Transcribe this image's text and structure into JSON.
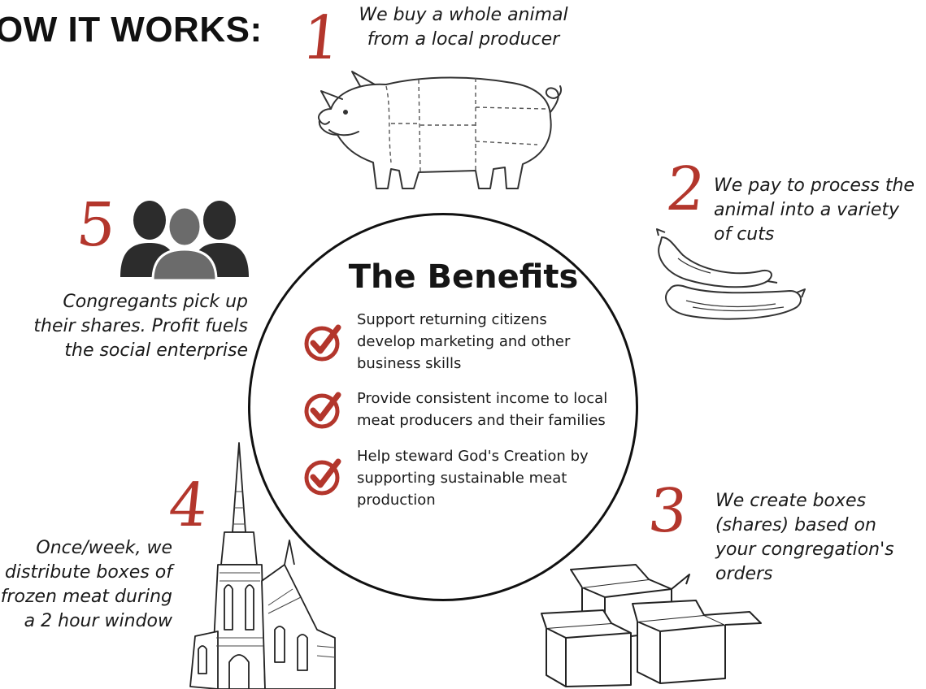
{
  "title": "OW IT WORKS:",
  "steps": [
    {
      "number": "1",
      "text": [
        "We buy a whole animal",
        "from a local producer"
      ]
    },
    {
      "number": "2",
      "text": [
        "We pay to process the",
        "animal into a variety",
        "of cuts"
      ]
    },
    {
      "number": "3",
      "text": [
        "We create boxes",
        "(shares)  based on",
        "your congregation's",
        "orders"
      ]
    },
    {
      "number": "4",
      "text": [
        "Once/week, we",
        "distribute boxes of",
        "frozen meat during",
        "a 2 hour window"
      ]
    },
    {
      "number": "5",
      "text": [
        "Congregants pick up",
        "their shares. Profit fuels",
        "the social enterprise"
      ]
    }
  ],
  "benefits": {
    "title": "The Benefits",
    "items": [
      [
        "Support returning citizens",
        "develop marketing and other",
        "business skills"
      ],
      [
        "Provide consistent income to local",
        "meat producers and their families"
      ],
      [
        "Help steward God's Creation by",
        "supporting sustainable meat",
        "production"
      ]
    ]
  },
  "colors": {
    "accent": "#b3362c",
    "text": "#1a1a1a"
  },
  "icons": [
    "pig-icon",
    "sausage-icon",
    "boxes-icon",
    "church-icon",
    "people-icon",
    "checkmark-icon"
  ]
}
